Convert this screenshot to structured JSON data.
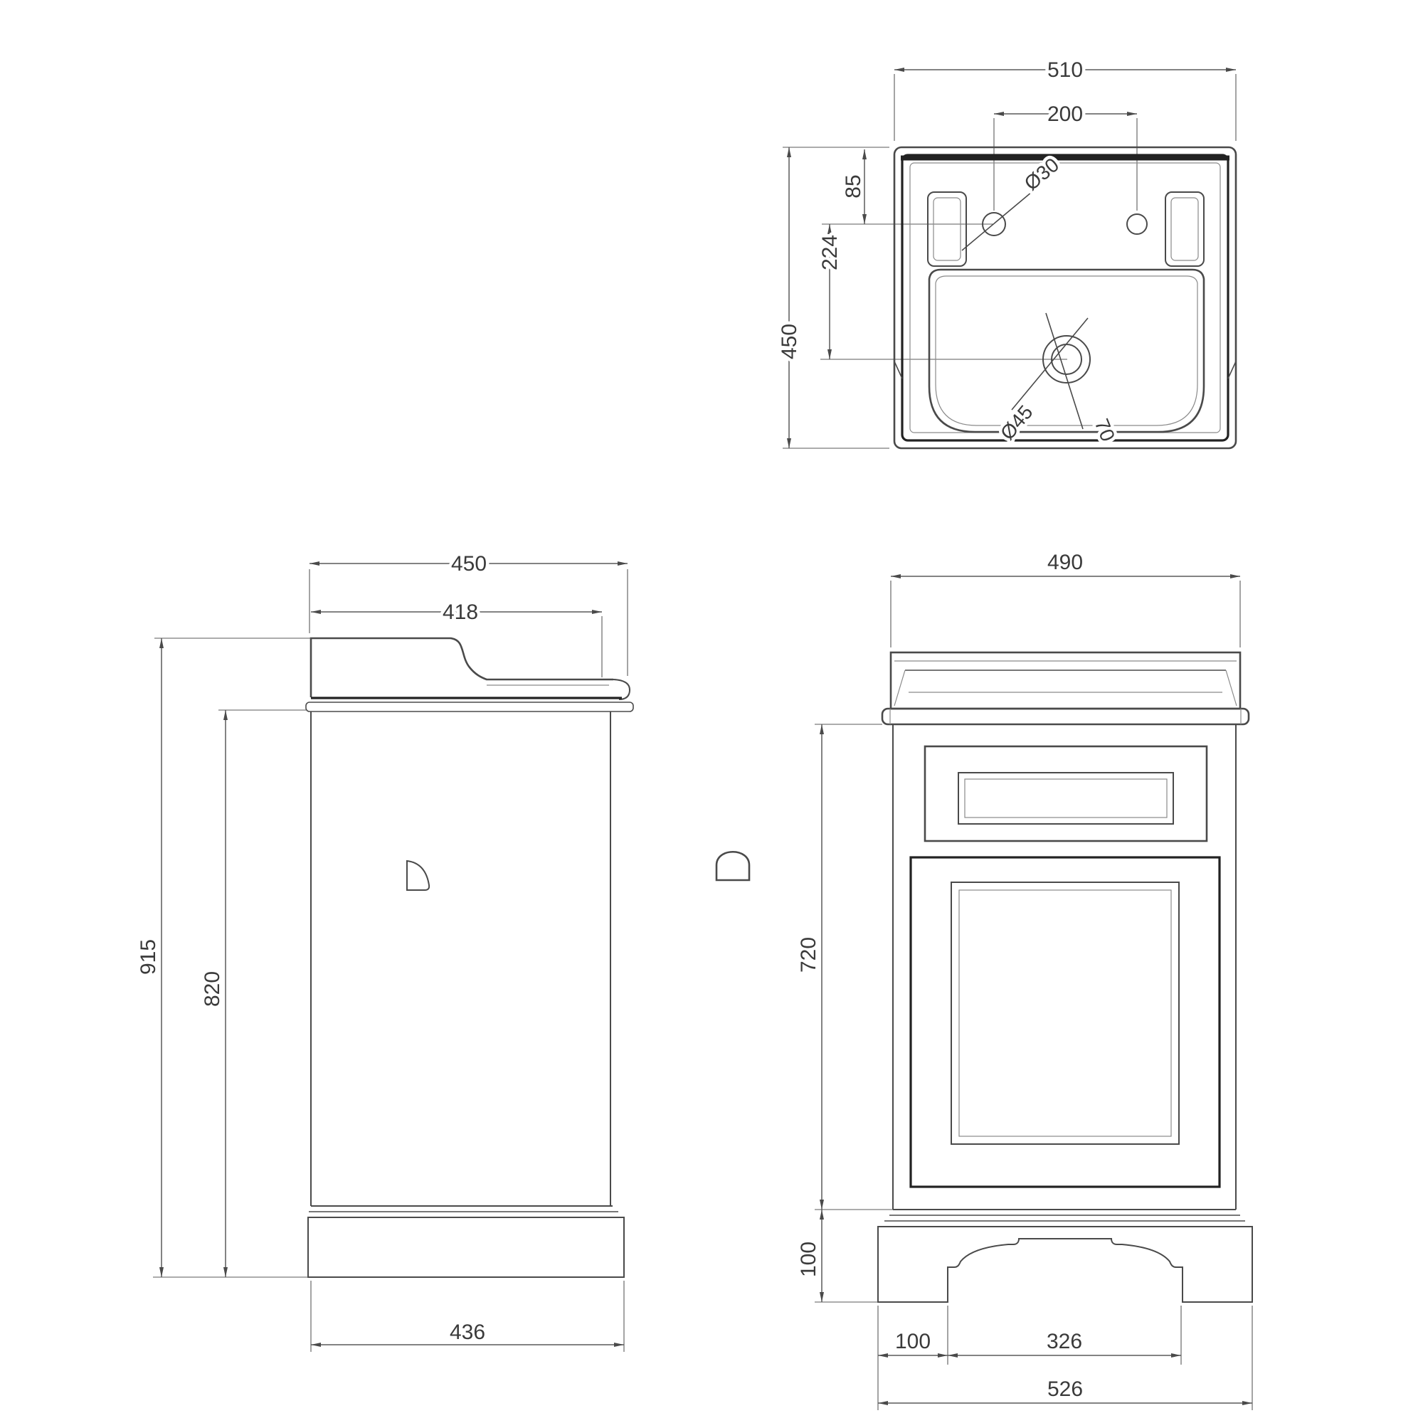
{
  "drawing": {
    "views": {
      "plan": {
        "overall_width": "510",
        "tap_hole_spacing": "200",
        "rim_to_tap_holes": "85",
        "tap_to_waste": "224",
        "overall_depth": "450",
        "tap_hole_diameter": "Ø30",
        "waste_diameter": "Ø45",
        "waste_offset": "70"
      },
      "side": {
        "overall_depth": "450",
        "basin_depth": "418",
        "overall_height": "915",
        "worktop_height": "820",
        "base_depth": "436"
      },
      "front": {
        "overall_width": "490",
        "cabinet_height": "720",
        "plinth_height": "100",
        "foot_width": "100",
        "arch_width": "326",
        "base_width": "526"
      }
    },
    "colors": {
      "background": "#ffffff",
      "line": "#4a4a4a",
      "heavy_line": "#222222",
      "light_line": "#8a8a8a",
      "dim_line": "#5a5a5a",
      "text": "#3a3a3a"
    }
  }
}
